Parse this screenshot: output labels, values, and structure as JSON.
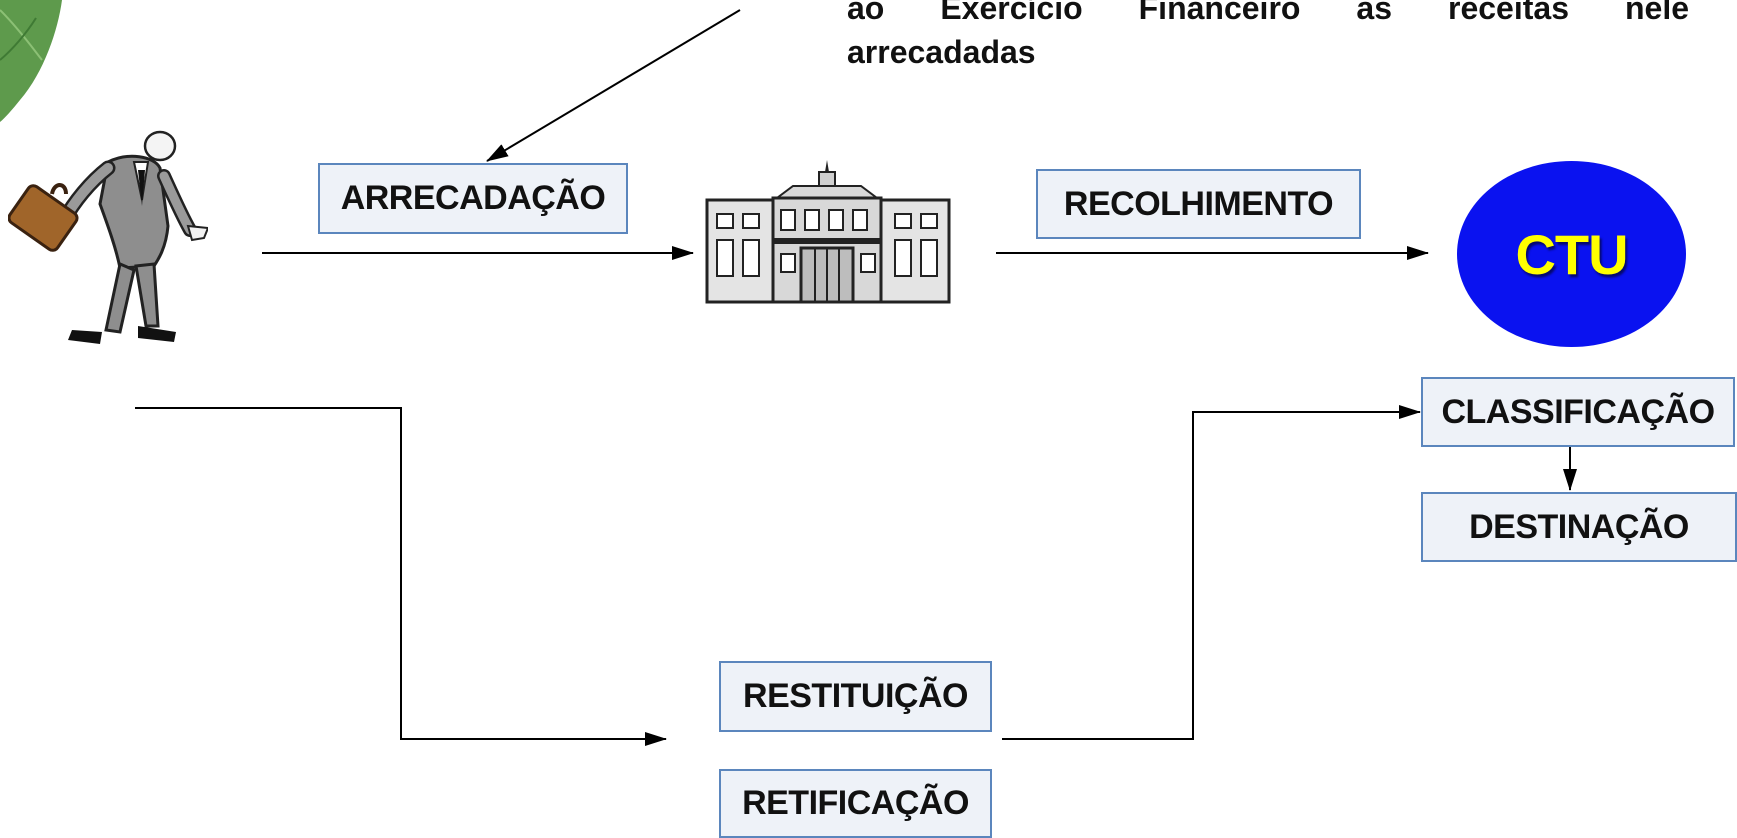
{
  "heading": {
    "line1": "ao Exercício Financeiro as receitas nele",
    "line2": "arrecadadas"
  },
  "boxes": {
    "arrecadacao": "ARRECADAÇÃO",
    "recolhimento": "RECOLHIMENTO",
    "classificacao": "CLASSIFICAÇÃO",
    "destinacao": "DESTINAÇÃO",
    "restituicao": "RESTITUIÇÃO",
    "retificacao": "RETIFICAÇÃO"
  },
  "ctu": {
    "label": "CTU",
    "fill": "#0a12f0",
    "text_color": "#ffff00"
  },
  "colors": {
    "box_fill": "#eef2f8",
    "box_border": "#5b86bd",
    "line": "#000000"
  },
  "icons": [
    "leaf-decoration",
    "businessman-with-briefcase",
    "bank-building"
  ]
}
